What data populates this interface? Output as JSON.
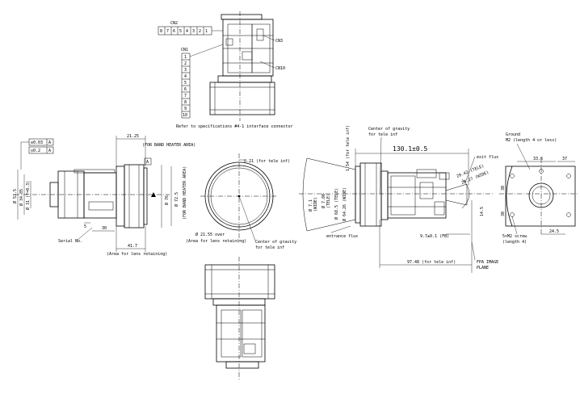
{
  "top_view": {
    "cn2_label": "CN2",
    "cn2_pins": [
      "8",
      "7",
      "6",
      "5",
      "4",
      "3",
      "2",
      "1"
    ],
    "cn1_label": "CN1",
    "cn1_pins": [
      "1",
      "2",
      "3",
      "4",
      "5",
      "6",
      "7",
      "8",
      "9",
      "10"
    ],
    "cn3_label": "CN3",
    "cn10_label": "CN10",
    "note": "Refer to specifications #4-1 interface connector"
  },
  "left_view": {
    "tol1": "⊘0.03",
    "tol1_ref": "A",
    "tol2": "◎0.2",
    "tol2_ref": "A",
    "d1": "21.25",
    "band_heater": "(FOR BAND HEATER AREA)",
    "datum": "A",
    "dia_left1": "Ø 53.5",
    "dia_left2": "Ø 34.85",
    "dia_left3": "Ø 31 (f=0.3)",
    "dia_right1": "Ø 76",
    "dia_right2": "Ø 72.5",
    "band_note": "(FOR BAND HEATER AREA)",
    "d5": "5",
    "d30": "30",
    "serial": "Serial No.",
    "d417": "41.7",
    "lens_area": "(Area for lens retaining)"
  },
  "front_view": {
    "over1": "0.21 (for tele inf)",
    "over2": "Ø 21.55 over",
    "area": "(Area for lens retaining)",
    "cog1": "Center of gravity",
    "cog2": "for tele inf"
  },
  "right_view": {
    "cog1": "Center of gravity",
    "cog2": "for tele inf",
    "len": "130.1±0.5",
    "d154": "1.54 (for tele inf)",
    "exit": "exit flux",
    "a29": "29.42 (TELE)",
    "a28": "28.27 (WIDE)",
    "v1": "Ø 7.1",
    "v1b": "(WIDE)",
    "v2": "Ø 7.80",
    "v2b": "(TELE)",
    "v3": "Ø 68.5 (TELE)",
    "v4": "Ø 64.26 (WIDE)",
    "d145": "14.5",
    "entrance": "entrance flux",
    "d97": "9.7±0.1 (FB)",
    "d9748": "97.48 (for tele inf)",
    "fpa1": "FPA IMAGE",
    "fpa2": "PLANE"
  },
  "back_view": {
    "ground1": "Ground",
    "ground2": "M2 (length 4 or less)",
    "d336": "33.6",
    "d37": "37",
    "d30a": "30",
    "d30b": "30",
    "d245": "24.5",
    "screw1": "5×M2 screw",
    "screw2": "(length 4)"
  }
}
